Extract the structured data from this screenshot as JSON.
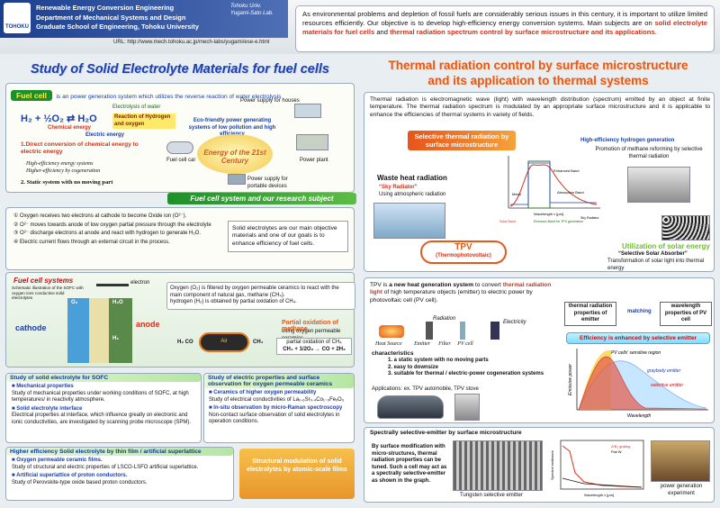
{
  "header": {
    "lab_lines": [
      "Renewable Energy Conversion Engineering",
      "Department of Mechanical Systems and Design",
      "Graduate School of Engineering, Tohoku University"
    ],
    "logo_text": "TOHOKU",
    "uni_tag": [
      "Tohoku Univ.",
      "Yugami-Sato Lab."
    ],
    "url": "URL: http://www.mech.tohoku.ac.jp/mech-labs/yugami/ese-e.html",
    "intro_plain": "As environmental problems and depletion of fossil fuels are considerably serious issues in this century, it is important to utilize limited resources efficiently. Our objective is to develop high-efficiency energy conversion systems. Main subjects are on",
    "intro_hl1": "solid electrolyte materials for fuel cells",
    "intro_and": "and",
    "intro_hl2": "thermal radiation spectrum control by surface microstructure and its applications",
    "intro_end": "."
  },
  "left": {
    "title": "Study of Solid Electrolyte Materials for fuel cells",
    "fuel_cell_label": "Fuel cell",
    "fuel_cell_def": "is an power generation system which utilizes the reverse reaction of water electrolysis",
    "equation": "H₂ + ½O₂ ⇄ H₂O",
    "chemical_energy": "Chemical energy",
    "electric_energy": "Electric energy",
    "electrolysis_label": "Electrolysis of water",
    "reaction_label": "Reaction of Hydrogen and oxygen",
    "point1": "1.Direct conversion of chemical energy to electric energy",
    "point1_sub1": "High-efficiency energy systems",
    "point1_sub2": "Higher-efficiency by cogeneration",
    "point2": "2. Static system with no moving part",
    "eco_label": "Eco-friendly power generating systems of low pollution and high efficiency",
    "energy_banner": "Energy of the 21st Century",
    "house_label": "Power supply for houses",
    "car_label": "Fuel cell car",
    "plant_label": "Power plant",
    "portable_label": "Power supply for portable devices",
    "section2_title": "Fuel cell system and our research subject",
    "steps": [
      "Oxygen receives two electrons at cathode to become Oxide ion (O²⁻).",
      "O²⁻ moves towards anode of low oxygen partial pressure through the electrolyte",
      "O²⁻ discharge electrons at anode and react with hydrogen to generate H₂O.",
      "Electric current flows through an external circuit in the process."
    ],
    "solid_note": "Solid electrolytes are our main objective materials and one of our goals is to enhance efficiency of fuel cells.",
    "fc_systems_label": "Fuel cell systems",
    "fc_systems_sub": "Schematic illustration of the SOFC with oxygen ions conductive solid electrolytes",
    "electron": "electron",
    "cathode": "cathode",
    "anode": "anode",
    "o2_label": "O₂",
    "h2o_label": "H₂O",
    "h2_label": "H₂",
    "pom_note1": "Oxygen (O₂) is filtered by oxygen permeable ceramics to react with the main component of natural gas, methane (CH₄).",
    "pom_note2": "hydrogen (H₂) is obtained by partial oxidation of CH₄.",
    "pom_title": "Partial oxidation of methane",
    "pom_sub": "using oxygen permeable ceramics",
    "pom_eq_title": "partial oxidation of CH₄",
    "pom_eq": "CH₄ + 1/2O₂ → CO + 2H₂",
    "h2co": "H₂  CO",
    "ch4": "CH₄",
    "air": "Air",
    "sofc_title": "Study of solid electrolyte for SOFC",
    "sofc_items": [
      {
        "h": "Mechanical properties",
        "d": "Study of mechanical properties under working conditions of SOFC, at high temperatures/ in reactivity atmosphere."
      },
      {
        "h": "Solid electrolyte interface",
        "d": "Electrical properties at interface, which influence greatly on electronic and ionic conductivities, are investigated by scanning probe microscope (SPM)."
      }
    ],
    "elec_title": "Study of electric properties and surface observation for oxygen permeable ceramics",
    "elec_items": [
      {
        "h": "Ceramics of higher oxygen permeability",
        "d": "Study of electrical conductivities of La₀.₆Sr₀.₄Co₁₋ₓFeₓO₃"
      },
      {
        "h": "In-situ observation by micro-Raman spectroscopy",
        "d": "Non-contact surface observation of solid electrolytes in operation conditions."
      }
    ],
    "thin_title": "Higher efficiency Solid electrolyte by thin film / artificial superlattice",
    "thin_items": [
      {
        "h": "Oxygen permeable ceramic films.",
        "d": "Study of structural and electric properties of LSCO-LSFO artificial superlattice."
      },
      {
        "h": "Artificial superlattice of proton conductors.",
        "d": "Study of Perovskite-type oxide based proton conductors."
      }
    ],
    "structural_label": "Structural modulation of solid electrolytes by atomic-scale films"
  },
  "right": {
    "title_lines": [
      "Thermal radiation control by surface microstructure",
      "and its application to thermal systems"
    ],
    "intro": "Thermal radiation is electromagnetic wave (light) with wavelength distribution (spectrum) emitted by an object at finite temperature. The thermal radiation spectrum is modulated by an appropriate surface microstructure and it is applicable to enhance the efficiencies of thermal systems in variety of fields.",
    "selective_label": "Selective thermal radiation by surface microstructure",
    "waste_heat": "Waste heat radiation",
    "sky_radiator": "“Sky Radiator”",
    "sky_sub": "Using atmospheric radiation",
    "h2gen_title": "High-efficiency hydrogen generation",
    "h2gen_sub": "Promotion of methane reforming by selective thermal radiation",
    "tpv_label": "TPV",
    "tpv_sub": "(Thermophotovoltaic)",
    "solar_title": "Utilization of solar energy",
    "solar_sub1": "“Selective Solar Absorber”",
    "solar_sub2": "Transformation of solar light into thermal energy",
    "spec_xlabel": "Wavelength λ [μm]",
    "spec_ylabel": "Emissivity / Spectral intensity",
    "spec_labels": {
      "enhanced": "Enhanced Band",
      "metal": "Metal",
      "absorption": "Absorption Band",
      "sky_win": "Sky Radiator",
      "solar_band": "Solar Band",
      "tpv_band": "Emission Band for TPV generation",
      "sky_window": "Atmospheric Window",
      "thermal": "Thermal radiation"
    },
    "tpv_def_a": "TPV is",
    "tpv_def_b": "a new heat generation system",
    "tpv_def_c": "to convert",
    "tpv_def_d": "thermal radiation light",
    "tpv_def_e": "of high temperature objects (emitter) to electric power by photovoltaic cell (PV cell).",
    "tpv_diagram": {
      "heat": "Heat Source",
      "emitter": "Emitter",
      "filter": "Filter",
      "pv": "PV cell",
      "radiation": "Radiation",
      "electricity": "Electricity"
    },
    "characteristics": "characteristics",
    "char_items": [
      "1. a static system with no moving parts",
      "2. easy to downsize",
      "3. suitable for thermal / electric-power cogeneration systems"
    ],
    "applications": "Applications: ex. TPV automobile, TPV stove",
    "match_a": "thermal radiation properties of emitter",
    "match_mid": "matching",
    "match_b": "wavelength properties of PV cell",
    "efficiency_bar": "Efficiency is enhanced by selective emitter",
    "curve_labels": {
      "pv": "PV cells' sensitive region",
      "gray": "graybody emitter",
      "sel": "selective emitter",
      "y": "Emissive power",
      "x": "Wavelength"
    },
    "spectral_title": "Spectrally selective-emitter by surface microstructure",
    "spectral_desc": "By surface modification with micro-structures, thermal radiation properties can be tuned. Such a cell may act as a spectrally selective-emitter as shown in the graph.",
    "tungsten": "Tungsten selective emitter",
    "power_exp": "power generation experiment",
    "emit_legend": [
      "ZrB₂ grating",
      "Flat W"
    ],
    "emit_x": "Wavelength λ [μm]",
    "emit_y": "Spectral emittance"
  },
  "colors": {
    "accent_orange": "#e3591a",
    "accent_blue": "#1c3ea8",
    "green": "#1a8f2a",
    "red": "#d2301a"
  }
}
